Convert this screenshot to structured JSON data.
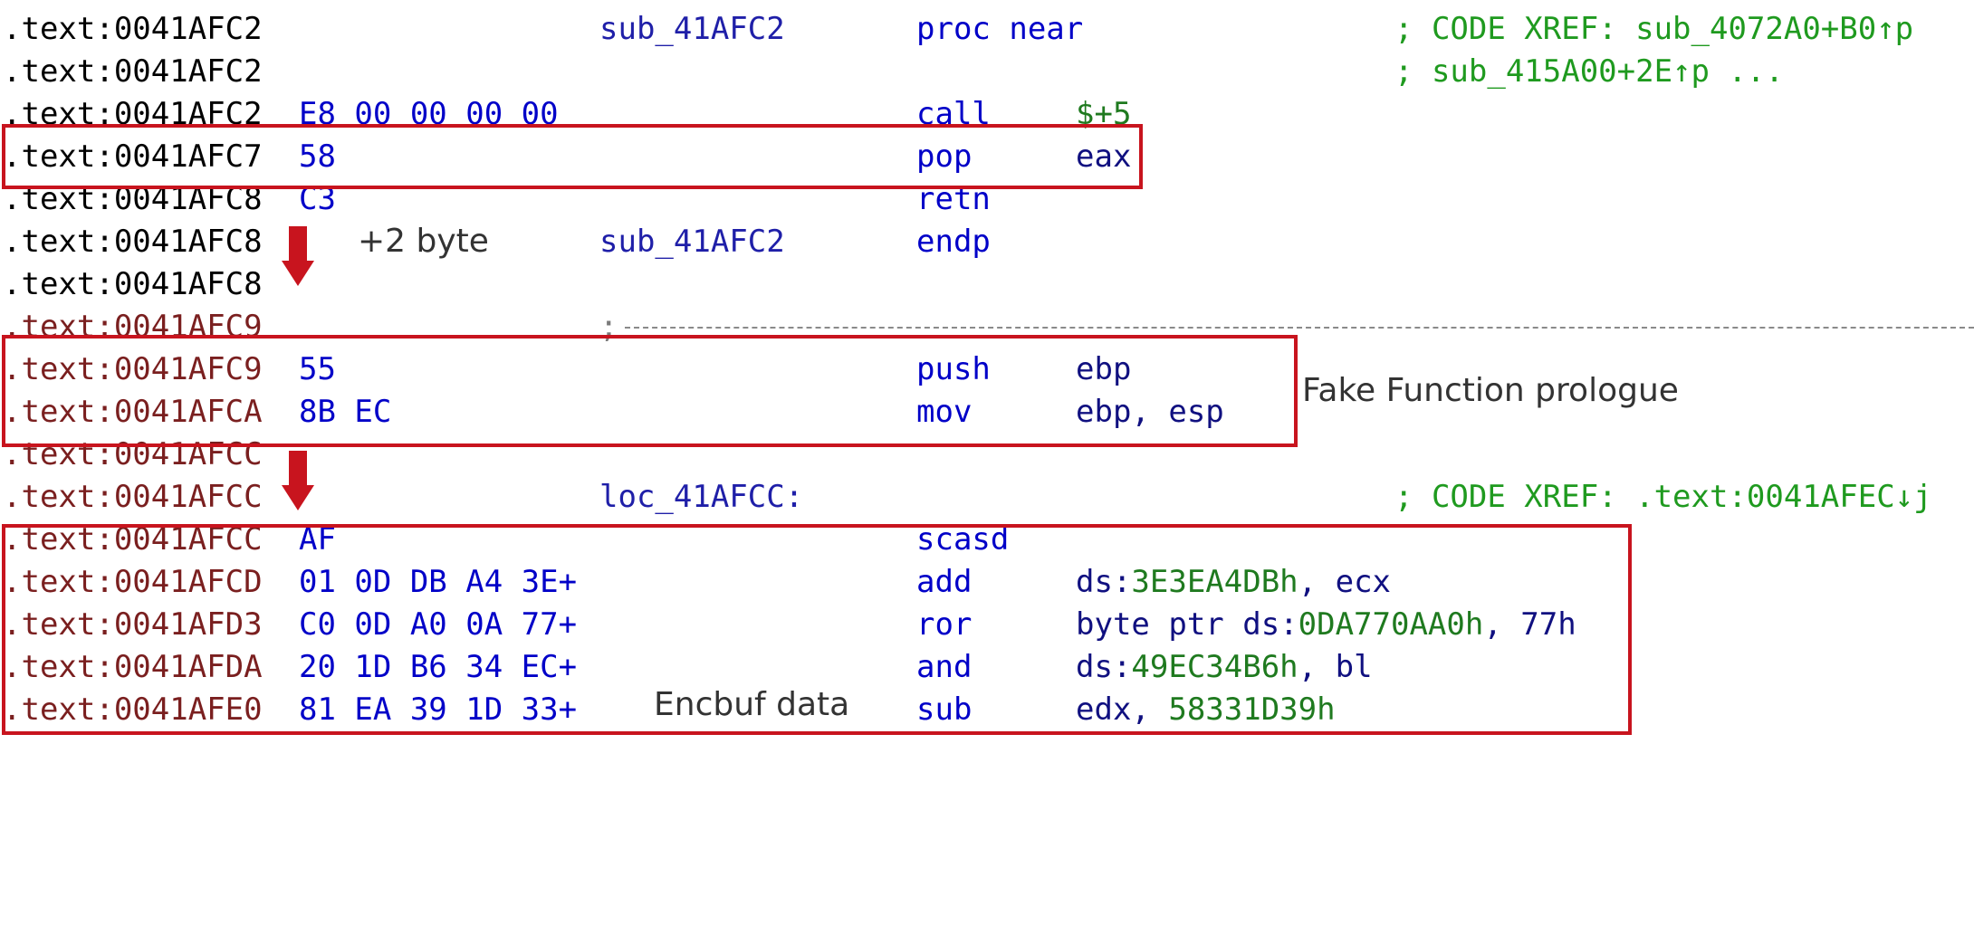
{
  "disasm": {
    "rows": [
      {
        "addr": ".text:0041AFC2",
        "bytes": "",
        "name": "sub_41AFC2",
        "mnemonic": "proc near",
        "operands": "",
        "comment": "; CODE XREF: sub_4072A0+B0↑p"
      },
      {
        "addr": ".text:0041AFC2",
        "bytes": "",
        "name": "",
        "mnemonic": "",
        "operands": "",
        "comment": "; sub_415A00+2E↑p ..."
      },
      {
        "addr": ".text:0041AFC2",
        "bytes": "E8 00 00 00 00",
        "name": "",
        "mnemonic": "call",
        "operands": "$+5",
        "comment": ""
      },
      {
        "addr": ".text:0041AFC7",
        "bytes": "58",
        "name": "",
        "mnemonic": "pop",
        "operands": "eax",
        "comment": ""
      },
      {
        "addr": ".text:0041AFC8",
        "bytes": "C3",
        "name": "",
        "mnemonic": "retn",
        "operands": "",
        "comment": ""
      },
      {
        "addr": ".text:0041AFC8",
        "bytes": "",
        "name": "sub_41AFC2",
        "mnemonic": "endp",
        "operands": "",
        "comment": ""
      },
      {
        "addr": ".text:0041AFC8",
        "bytes": "",
        "name": "",
        "mnemonic": "",
        "operands": "",
        "comment": ""
      },
      {
        "addr": ".text:0041AFC9",
        "bytes": "",
        "name": ";",
        "mnemonic": "",
        "operands": "",
        "comment": ""
      },
      {
        "addr": ".text:0041AFC9",
        "bytes": "55",
        "name": "",
        "mnemonic": "push",
        "operands": "ebp",
        "comment": ""
      },
      {
        "addr": ".text:0041AFCA",
        "bytes": "8B EC",
        "name": "",
        "mnemonic": "mov",
        "operands": "ebp, esp",
        "comment": ""
      },
      {
        "addr": ".text:0041AFCC",
        "bytes": "",
        "name": "",
        "mnemonic": "",
        "operands": "",
        "comment": ""
      },
      {
        "addr": ".text:0041AFCC",
        "bytes": "",
        "name": "loc_41AFCC:",
        "mnemonic": "",
        "operands": "",
        "comment": "; CODE XREF: .text:0041AFEC↓j"
      },
      {
        "addr": ".text:0041AFCC",
        "bytes": "AF",
        "name": "",
        "mnemonic": "scasd",
        "operands": "",
        "comment": ""
      },
      {
        "addr": ".text:0041AFCD",
        "bytes": "01 0D DB A4 3E+",
        "name": "",
        "mnemonic": "add",
        "operands_prefix": "ds:",
        "operands_imm": "3E3EA4DBh",
        "operands_suffix": ", ecx",
        "comment": ""
      },
      {
        "addr": ".text:0041AFD3",
        "bytes": "C0 0D A0 0A 77+",
        "name": "",
        "mnemonic": "ror",
        "operands_prefix": "byte ptr ds:",
        "operands_imm": "0DA770AA0h",
        "operands_suffix": ", 77h",
        "comment": ""
      },
      {
        "addr": ".text:0041AFDA",
        "bytes": "20 1D B6 34 EC+",
        "name": "",
        "mnemonic": "and",
        "operands_prefix": "ds:",
        "operands_imm": "49EC34B6h",
        "operands_suffix": ", bl",
        "comment": ""
      },
      {
        "addr": ".text:0041AFE0",
        "bytes": "81 EA 39 1D 33+",
        "name": "",
        "mnemonic": "sub",
        "operands_prefix": "edx, ",
        "operands_imm": "58331D39h",
        "operands_suffix": "",
        "comment": ""
      }
    ]
  },
  "annotations": {
    "plus_two_byte": "+2 byte",
    "fake_prologue": "Fake Function prologue",
    "encbuf": "Encbuf data"
  },
  "colors": {
    "highlight_box": "#c8141e",
    "address": "#000000",
    "bytes": "#0000c8",
    "comment": "#1f9a1f",
    "immediate": "#1f7a1f"
  },
  "icons": {
    "down_arrow_1": "red-down-arrow",
    "down_arrow_2": "red-down-arrow"
  }
}
